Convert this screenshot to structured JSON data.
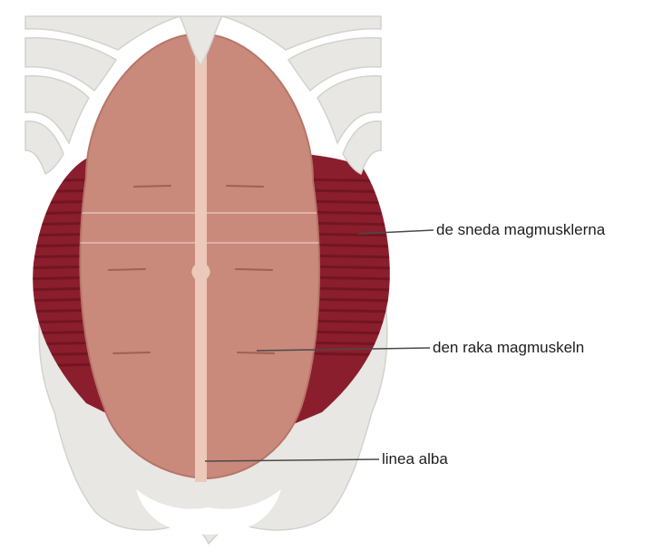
{
  "labels": {
    "oblique_muscles": "de sneda magmusklerna",
    "rectus_muscle": "den raka magmuskeln",
    "linea_alba": "linea alba"
  },
  "colors": {
    "bone": "#e8e7e3",
    "bone_outline": "#d3d2cd",
    "oblique_muscle": "#8b1e2c",
    "oblique_striation": "#5f0f1a",
    "rectus_muscle": "#c98a7c",
    "rectus_edge": "#b77567",
    "linea_alba": "#ecc9b8",
    "leader_line": "#4a4a4a"
  }
}
